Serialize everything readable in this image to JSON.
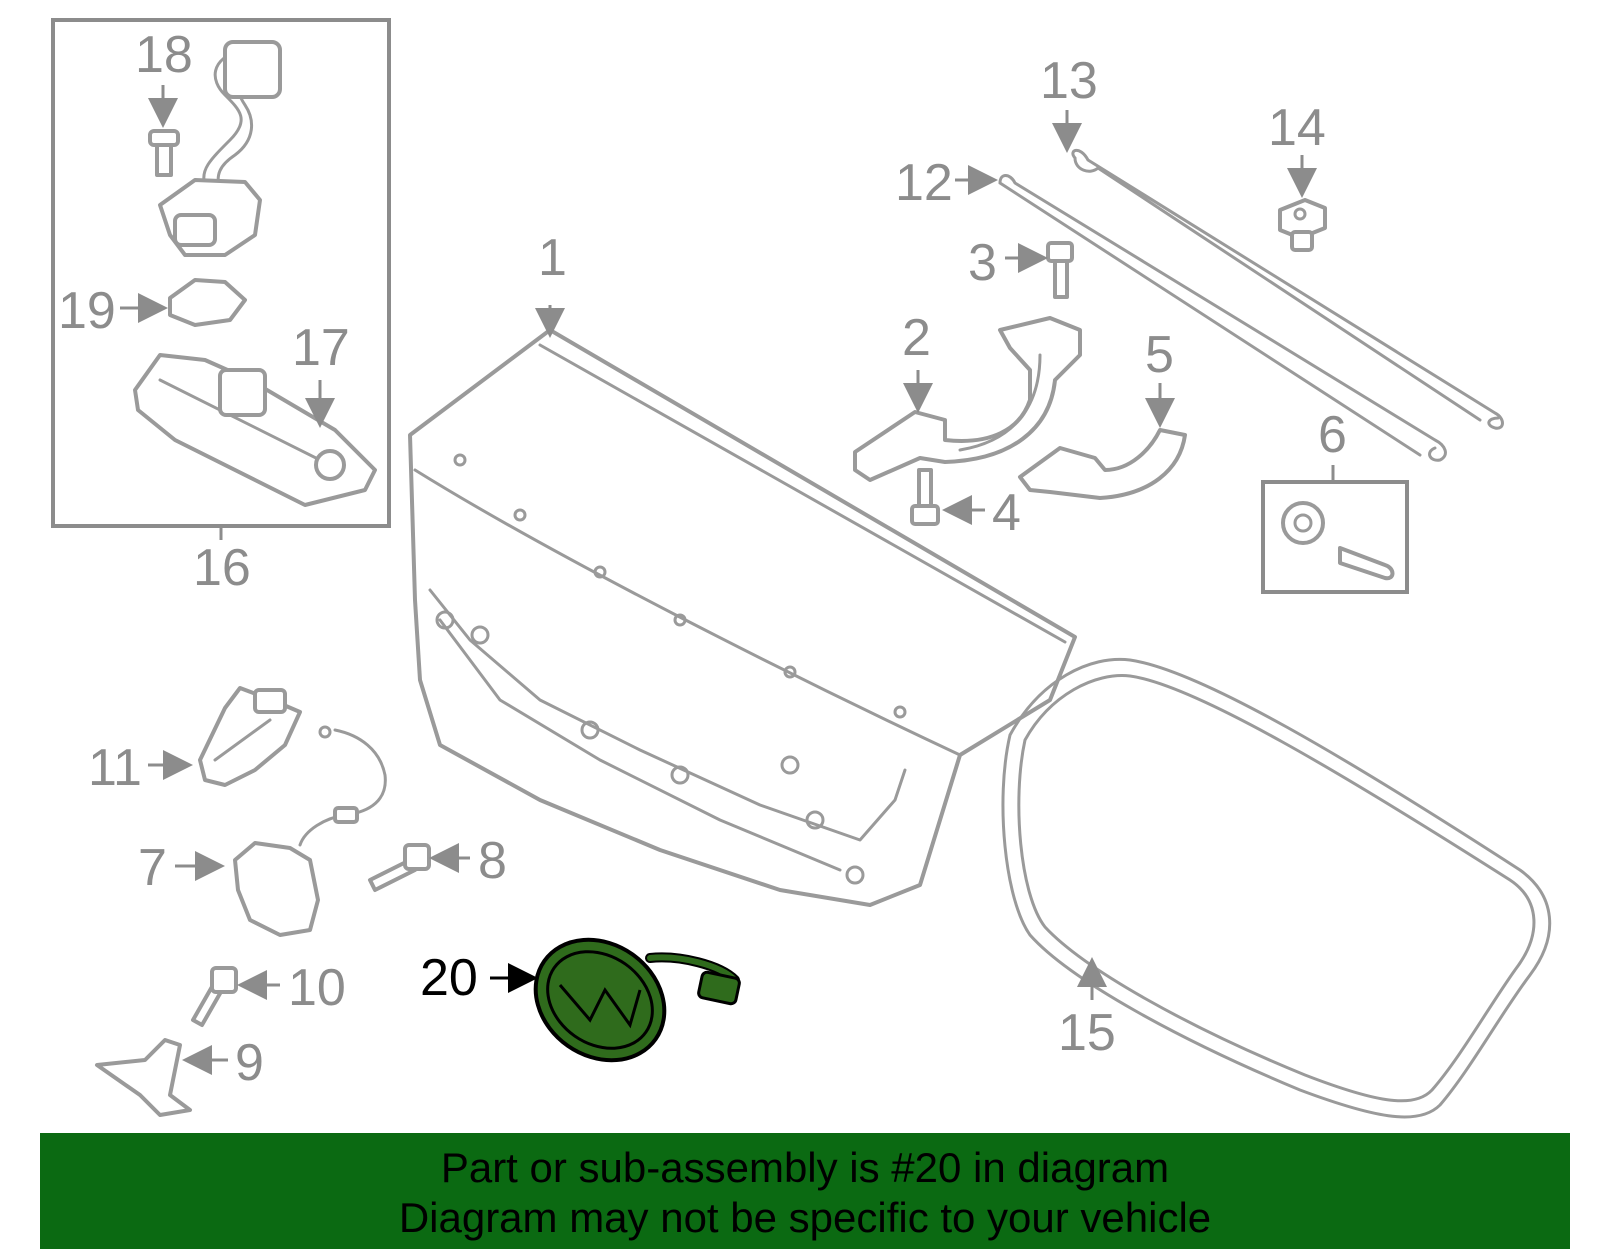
{
  "callouts": {
    "c1": "1",
    "c2": "2",
    "c3": "3",
    "c4": "4",
    "c5": "5",
    "c6": "6",
    "c7": "7",
    "c8": "8",
    "c9": "9",
    "c10": "10",
    "c11": "11",
    "c12": "12",
    "c13": "13",
    "c14": "14",
    "c15": "15",
    "c16": "16",
    "c17": "17",
    "c18": "18",
    "c19": "19",
    "c20": "20"
  },
  "highlight": {
    "part": "20",
    "fill_color": "#2f6b1c",
    "stroke_color": "#000000"
  },
  "banner": {
    "line1": "Part or sub-assembly is #20 in diagram",
    "line2": "Diagram may not be specific to your vehicle",
    "background_color": "#0b6a12",
    "text_color": "#000000"
  }
}
